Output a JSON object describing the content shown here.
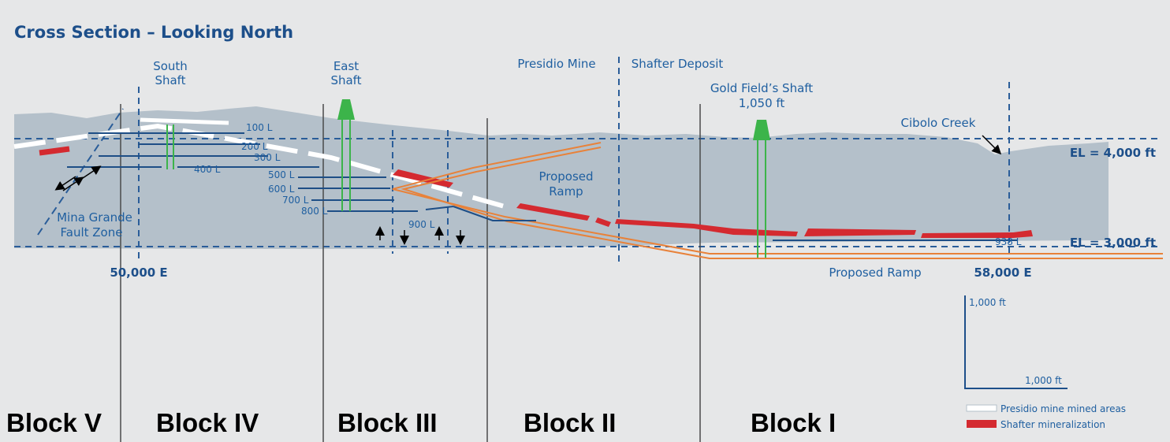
{
  "title": "Cross Section – Looking North",
  "shafts": {
    "south": [
      "South",
      "Shaft"
    ],
    "east": [
      "East",
      "Shaft"
    ],
    "gold_fields": [
      "Gold Field’s Shaft",
      "1,050 ft"
    ]
  },
  "zones": {
    "presidio_mine": "Presidio Mine",
    "shafter_deposit": "Shafter Deposit"
  },
  "features": {
    "cibolo_creek": "Cibolo Creek",
    "proposed_ramp_upper": [
      "Proposed",
      "Ramp"
    ],
    "proposed_ramp_lower": "Proposed Ramp",
    "fault_zone": [
      "Mina Grande",
      "Fault Zone"
    ]
  },
  "elevations": {
    "el_4000": "EL = 4,000 ft",
    "el_3000": "EL = 3,000 ft"
  },
  "eastings": {
    "e50000": "50,000 E",
    "e58000": "58,000 E"
  },
  "levels": [
    "100 L",
    "200 L",
    "300 L",
    "400 L",
    "500 L",
    "600 L",
    "700 L",
    "800 L",
    "900 L",
    "938 L"
  ],
  "scale": {
    "vertical": "1,000 ft",
    "horizontal": "1,000 ft"
  },
  "blocks": [
    "Block V",
    "Block IV",
    "Block III",
    "Block II",
    "Block I"
  ],
  "legend": {
    "mined_areas": "Presidio mine mined areas",
    "mineralization": "Shafter mineralization"
  },
  "colors": {
    "background": "#e6e7e8",
    "rock": "#b4c0ca",
    "blue_line": "#2a5d99",
    "shaft_green": "#3cb44a",
    "mineralization_red": "#d42a30",
    "ramp_orange": "#e8823a",
    "title_blue": "#1d4f8a"
  }
}
